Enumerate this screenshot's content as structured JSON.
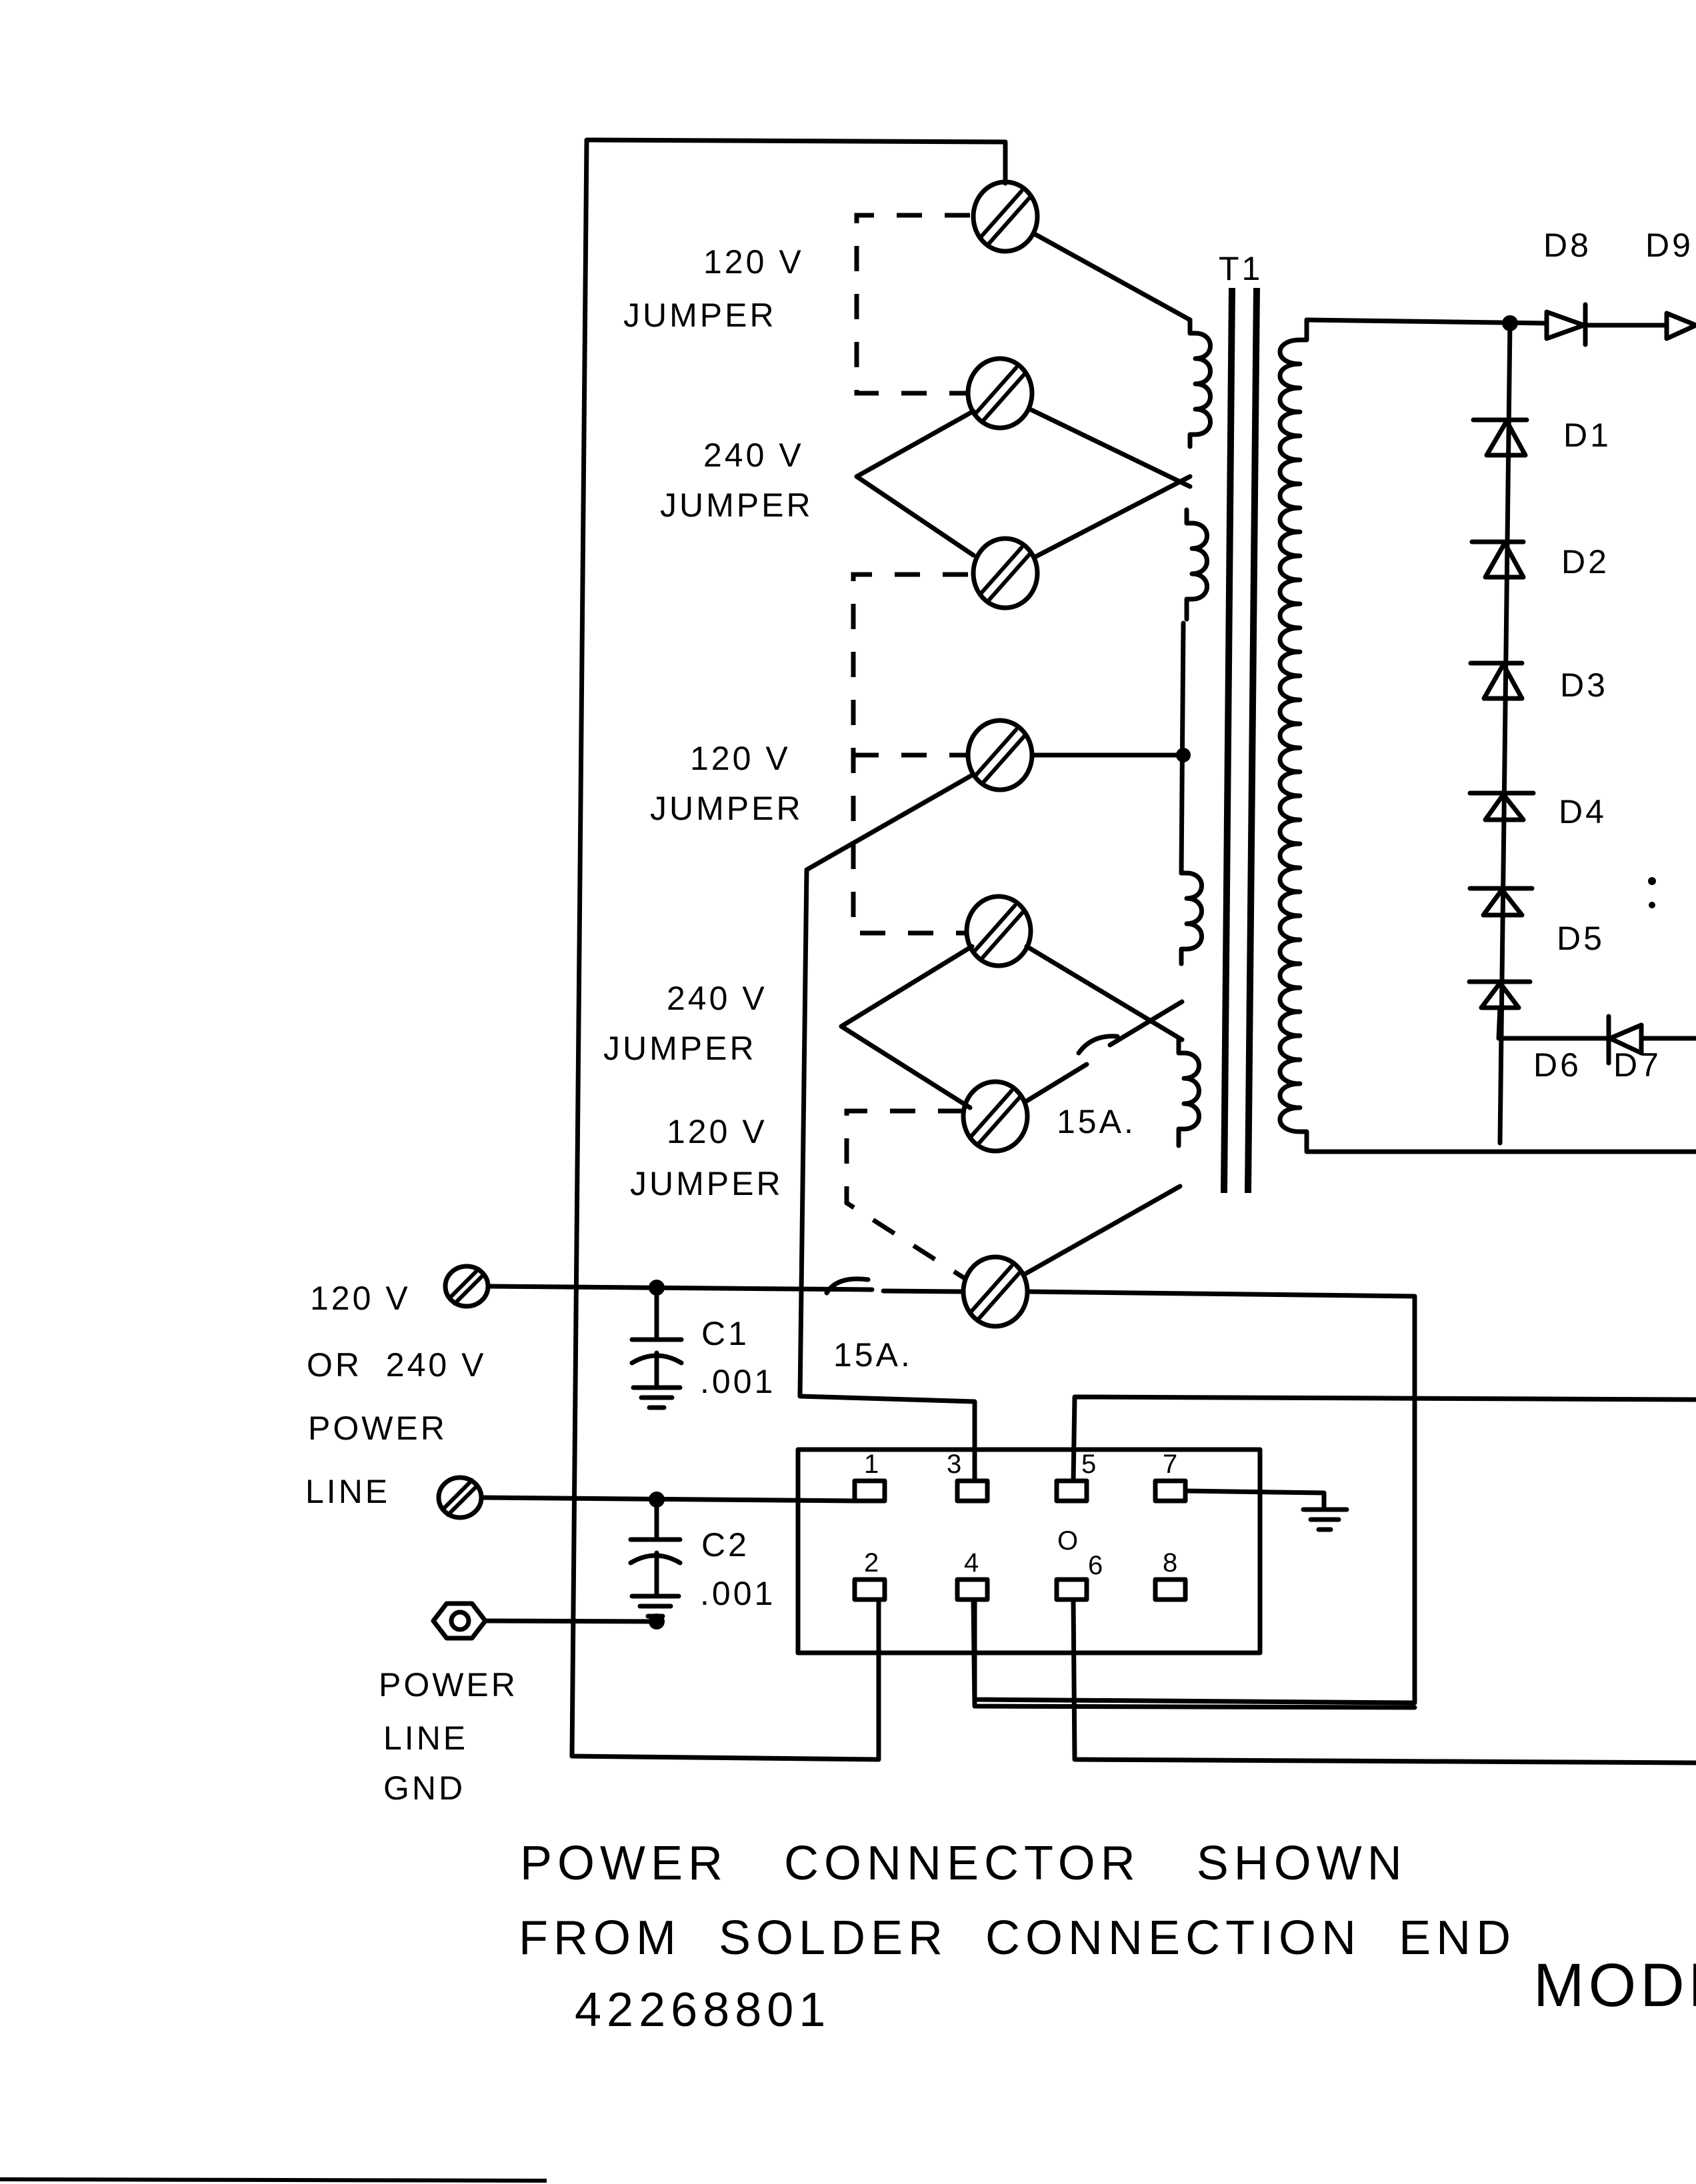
{
  "schematic": {
    "transformer_label": "T1",
    "jumpers": [
      {
        "voltage": "120 V",
        "word": "JUMPER"
      },
      {
        "voltage": "240 V",
        "word": "JUMPER"
      },
      {
        "voltage": "120 V",
        "word": "JUMPER"
      },
      {
        "voltage": "240 V",
        "word": "JUMPER"
      },
      {
        "voltage": "120 V",
        "word": "JUMPER"
      }
    ],
    "fuses": [
      "15A.",
      "15A."
    ],
    "diodes": [
      "D8",
      "D9",
      "D1",
      "D2",
      "D3",
      "D4",
      "D5",
      "D6",
      "D7"
    ],
    "capacitors": [
      {
        "name": "C1",
        "value": ".001"
      },
      {
        "name": "C2",
        "value": ".001"
      }
    ],
    "power_input_label": [
      "120 V",
      "OR  240 V",
      "POWER",
      "LINE"
    ],
    "ground_label": [
      "POWER",
      "LINE",
      "GND"
    ],
    "connector_pins": [
      "1",
      "3",
      "5",
      "7",
      "2",
      "4",
      "6",
      "8"
    ],
    "connector_marker": "O",
    "note_line1": "POWER   CONNECTOR   SHOWN",
    "note_line2": "FROM  SOLDER  CONNECTION  END",
    "part_number": "42268801",
    "model_label": "MODE"
  }
}
